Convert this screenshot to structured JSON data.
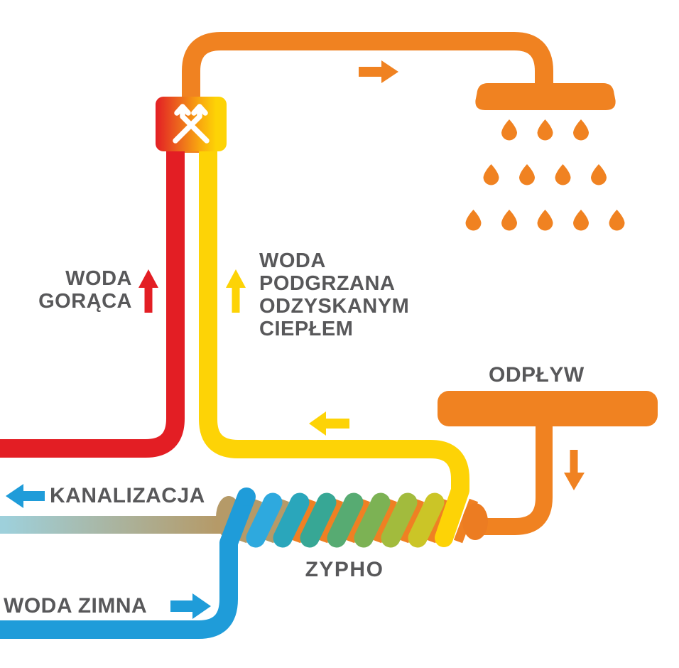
{
  "diagram": {
    "device_name": "ZYPHO",
    "labels": {
      "hot_water": "WODA\nGORĄCA",
      "heated_water": "WODA\nPODGRZANA\nODZYSKANYM\nCIEPŁEM",
      "drain": "ODPŁYW",
      "sewage": "KANALIZACJA",
      "cold_water": "WODA ZIMNA",
      "device": "ZYPHO"
    },
    "icons": {
      "mixer_valve": "crossed-shuffle-arrows",
      "shower": "shower-head-with-water-drops",
      "flow_to_shower": "arrow-right",
      "flow_hot_up": "arrow-up",
      "flow_recovered_up": "arrow-up",
      "flow_recovered_left": "arrow-left",
      "flow_drain_down": "arrow-down",
      "flow_sewage_left": "arrow-left",
      "flow_cold_right": "arrow-right"
    },
    "colors": {
      "hot_red": "#e31e24",
      "recovered_yellow": "#fdd306",
      "supply_orange": "#f08221",
      "cold_blue": "#1f9cd9",
      "sewage_tan": "#b59a68",
      "sewage_light_blue": "#9ed0db",
      "label_gray": "#58585a",
      "exchanger_coil_gradient": [
        "#2ea9de",
        "#2aa6bb",
        "#37a795",
        "#57ab72",
        "#7cb254",
        "#a2bb3d",
        "#cbc527"
      ]
    },
    "shower": {
      "drop_rows": [
        3,
        4,
        5
      ]
    }
  }
}
